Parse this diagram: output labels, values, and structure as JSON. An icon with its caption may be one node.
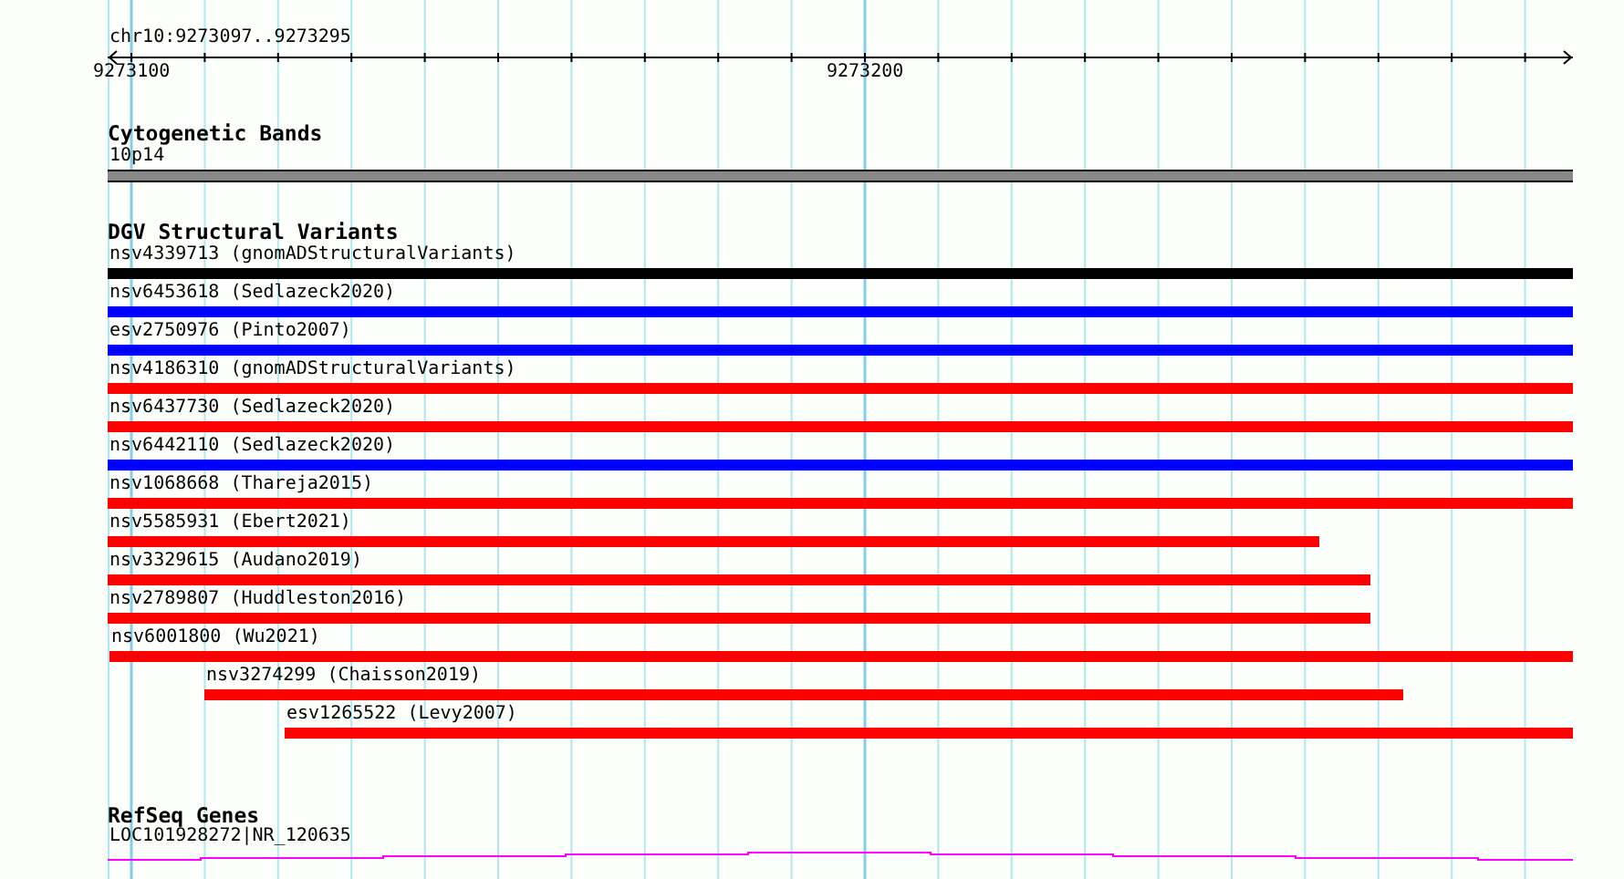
{
  "diagram": {
    "nodes": [
      {
        "text": [
          "10p14"
        ]
      },
      {
        "text": [
          "nsv4339713 (gnomADStructuralVariants)"
        ]
      },
      {
        "text": [
          "nsv6453618 (Sedlazeck2020)"
        ]
      },
      {
        "text": [
          "esv2750976 (Pinto2007)"
        ]
      },
      {
        "text": [
          "nsv4186310 (gnomADStructuralVariants)"
        ]
      },
      {
        "text": [
          "nsv6437730 (Sedlazeck2020)"
        ]
      },
      {
        "text": [
          "nsv6442110 (Sedlazeck2020)"
        ]
      },
      {
        "text": [
          "nsv1068668 (Thareja2015)"
        ]
      },
      {
        "text": [
          "nsv5585931 (Ebert2021)"
        ]
      },
      {
        "text": [
          "nsv3329615 (Audano2019)"
        ]
      },
      {
        "text": [
          "nsv2789807 (Huddleston2016)"
        ]
      },
      {
        "text": [
          "nsv6001800 (Wu2021)"
        ]
      },
      {
        "text": [
          "nsv3274299 (Chaisson2019)"
        ]
      },
      {
        "text": [
          "esv1265522 (Levy2007)"
        ]
      },
      {
        "text": [
          "LOC101928272|NR_120635"
        ]
      }
    ],
    "labels": [
      "chr10:9273097..9273295",
      "9273100",
      "9273200",
      "Cytogenetic Bands",
      "DGV Structural Variants",
      "RefSeq Genes"
    ]
  }
}
